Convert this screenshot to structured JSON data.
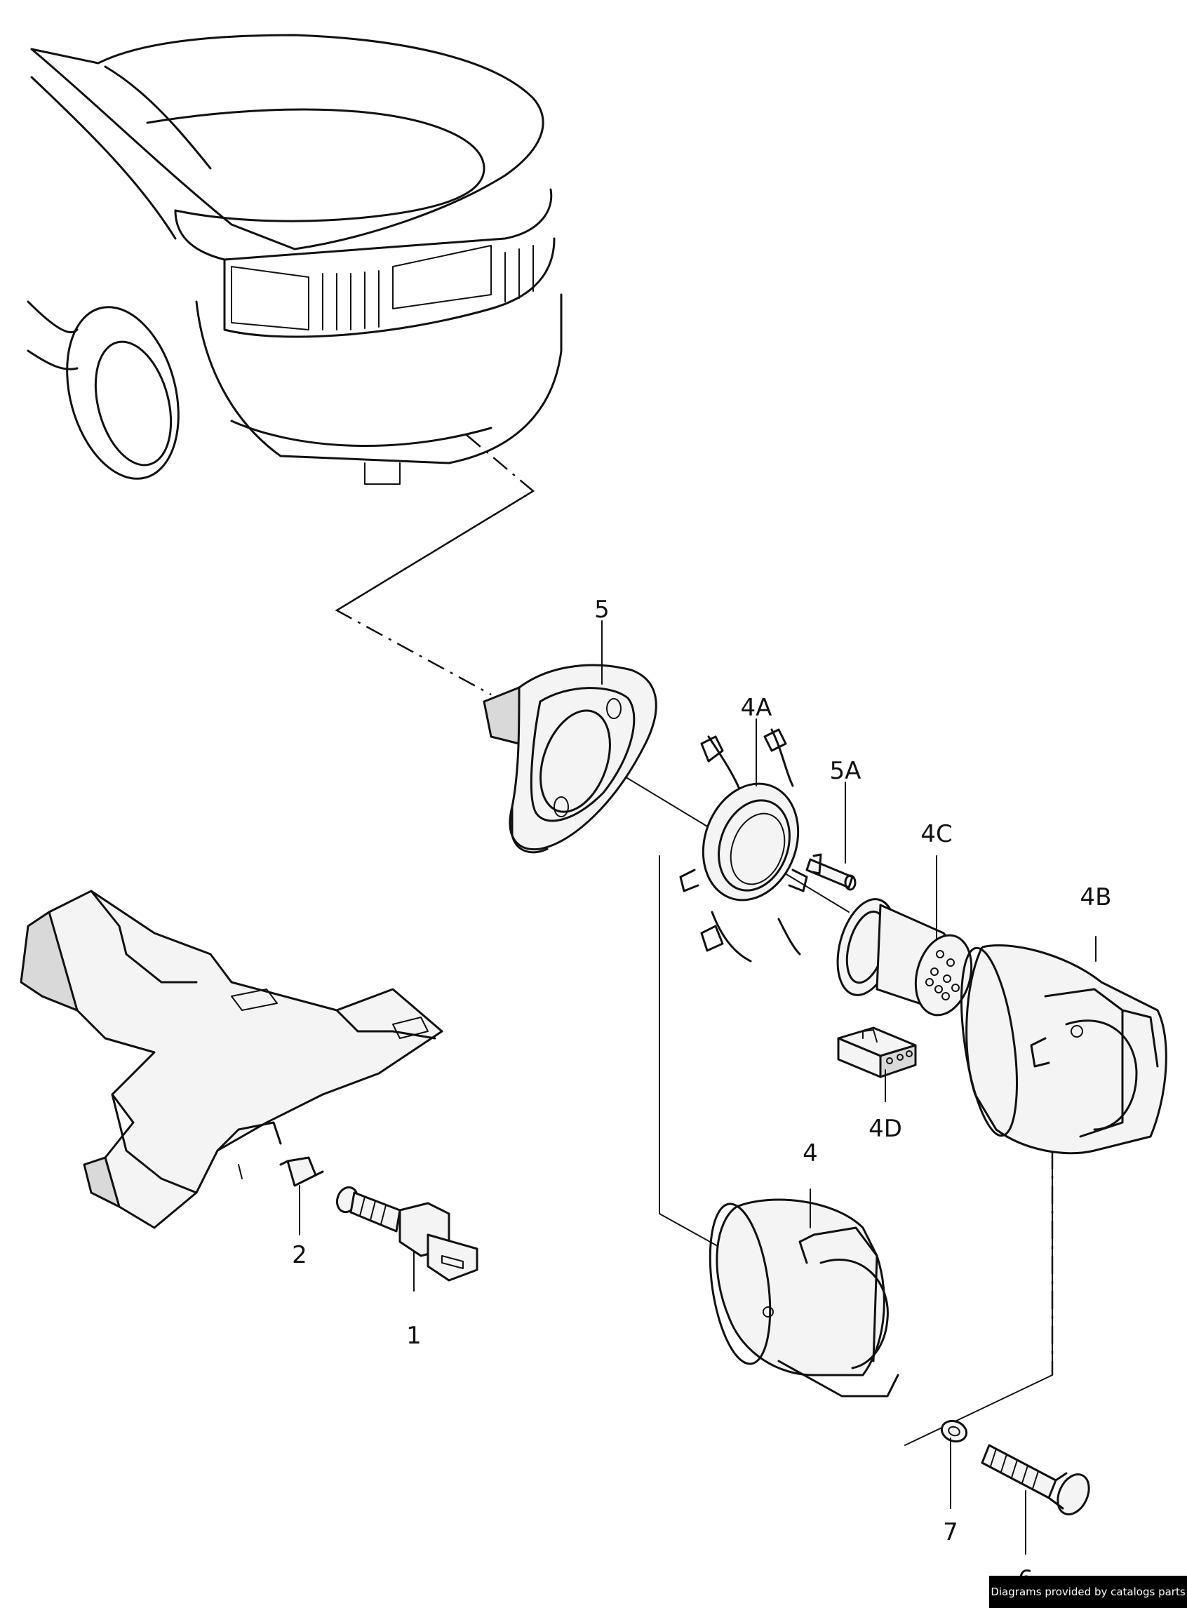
{
  "parts": [
    {
      "id": "p1",
      "label": "1"
    },
    {
      "id": "p2",
      "label": "2"
    },
    {
      "id": "p4",
      "label": "4"
    },
    {
      "id": "p4a",
      "label": "4A"
    },
    {
      "id": "p4b",
      "label": "4B"
    },
    {
      "id": "p4c",
      "label": "4C"
    },
    {
      "id": "p4d",
      "label": "4D"
    },
    {
      "id": "p5",
      "label": "5"
    },
    {
      "id": "p5a",
      "label": "5A"
    },
    {
      "id": "p6",
      "label": "6"
    },
    {
      "id": "p7",
      "label": "7"
    }
  ],
  "footer": {
    "text": "Diagrams provided by catalogs parts"
  }
}
